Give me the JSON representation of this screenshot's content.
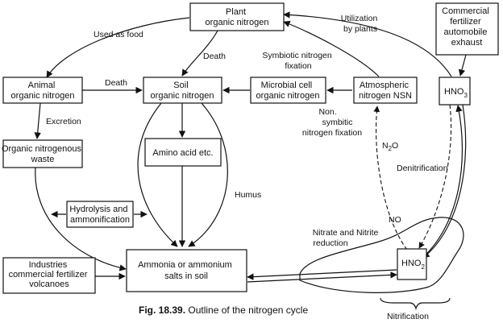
{
  "nodes": {
    "plant": [
      "Plant",
      "organic nitrogen"
    ],
    "commercial": [
      "Commercial",
      "fertilizer",
      "automobile",
      "exhaust"
    ],
    "animal": [
      "Animal",
      "organic nitrogen"
    ],
    "soil": [
      "Soil",
      "organic nitrogen"
    ],
    "microbial": [
      "Microbial cell",
      "organic nitrogen"
    ],
    "atmospheric": [
      "Atmospheric",
      "nitrogen NSN"
    ],
    "hno3": "HNO",
    "hno3_sub": "3",
    "waste": [
      "Organic nitrogenous",
      "waste"
    ],
    "amino": "Amino acid etc.",
    "hydrolysis": [
      "Hydrolysis and",
      "ammonification"
    ],
    "industries": [
      "Industries",
      "commercial fertilizer",
      "volcanoes"
    ],
    "ammonia": [
      "Ammonia or ammonium",
      "salts in soil"
    ],
    "hno2": "HNO",
    "hno2_sub": "2"
  },
  "labels": {
    "used_as_food": "Used as food",
    "utilization": [
      "Utilization",
      "by plants"
    ],
    "death_plant": "Death",
    "death_animal": "Death",
    "symbiotic": [
      "Symbiotic nitrogen",
      "fixation"
    ],
    "nonsymbiotic": [
      "Non.",
      "symbitic",
      "nitrogen fixation"
    ],
    "excretion": "Excretion",
    "n2o": "N",
    "n2o_sub": "2",
    "n2o_end": "O",
    "denitrification": "Denitrification",
    "humus": "Humus",
    "no": "NO",
    "nitrate": [
      "Nitrate and Nitrite",
      "reduction"
    ],
    "nitrification": "Nitrification"
  },
  "caption": {
    "fig": "Fig. 18.39.",
    "text": "Outline of the nitrogen cycle"
  }
}
